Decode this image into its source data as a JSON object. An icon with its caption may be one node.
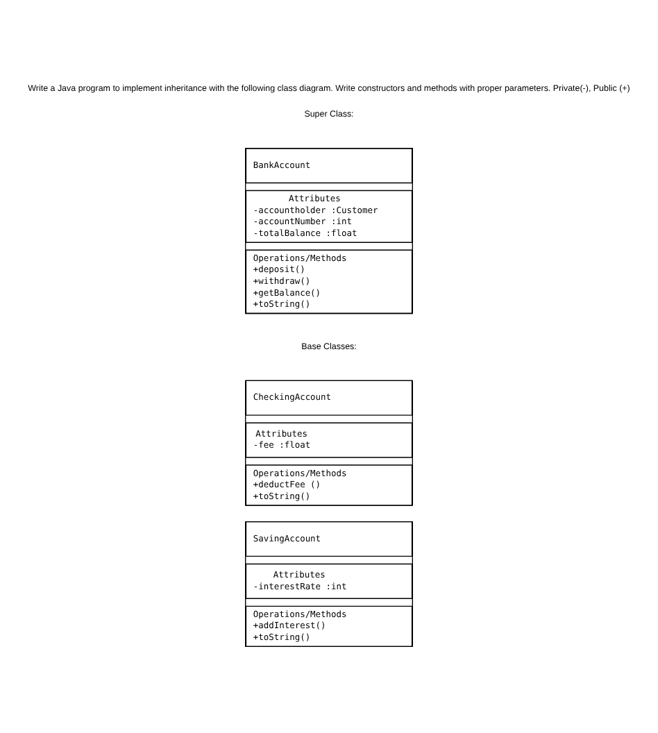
{
  "diagram": {
    "title": "Write a Java program to implement inheritance with the following class diagram. Write constructors and methods with proper parameters. Private(-), Public (+)",
    "nodes": [
      {
        "text": [],
        "shape": "box"
      },
      {
        "text": [
          "BankAccount"
        ],
        "in": 0
      },
      {
        "text": [
          "Attributes",
          "-accountholder :Customer",
          "-accountNumber :int",
          "-totalBalance :float"
        ],
        "in": 0
      },
      {
        "text": [
          "Operations/Methods",
          "+deposit()",
          "+withdraw()",
          "+getBalance()",
          "+toString()"
        ],
        "in": 0
      },
      {
        "text": [],
        "shape": "box"
      },
      {
        "text": [
          "CheckingAccount"
        ],
        "in": 4
      },
      {
        "text": [
          "Attributes",
          "-fee :float"
        ],
        "in": 4
      },
      {
        "text": [
          "Operations/Methods",
          "+deductFee ()",
          "+toString()"
        ],
        "in": 4
      },
      {
        "text": [],
        "shape": "box"
      },
      {
        "text": [
          "SavingAccount"
        ],
        "in": 8
      },
      {
        "text": [
          "Attributes",
          "-interestRate :int"
        ],
        "in": 8
      },
      {
        "text": [
          "Operations/Methods",
          "+addInterest()",
          "+toString()"
        ],
        "in": 8
      }
    ],
    "edges": [],
    "labels": [
      "Super Class:",
      "Base Classes:"
    ]
  }
}
